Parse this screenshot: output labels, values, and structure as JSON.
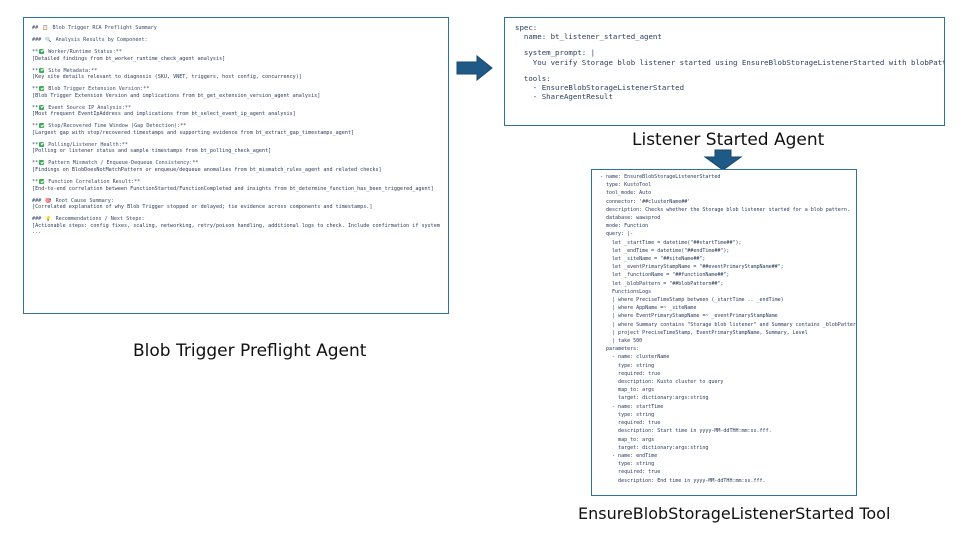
{
  "preflight_agent": {
    "caption": "Blob Trigger Preflight Agent",
    "lines": [
      {
        "kind": "heading",
        "prefix": "## ",
        "icon": "clipboard-icon",
        "text": " Blob Trigger RCA Preflight Summary"
      },
      {
        "kind": "gap"
      },
      {
        "kind": "heading",
        "prefix": "### ",
        "icon": "magnifier-icon",
        "text": " Analysis Results by Component:"
      },
      {
        "kind": "gap"
      },
      {
        "kind": "heading",
        "prefix": "**",
        "icon": "check-icon",
        "text": " Worker/Runtime Status:**"
      },
      {
        "kind": "text",
        "text": "[Detailed findings from bt_worker_runtime_check_agent analysis]"
      },
      {
        "kind": "gap"
      },
      {
        "kind": "heading",
        "prefix": "**",
        "icon": "check-icon",
        "text": " Site Metadata:**"
      },
      {
        "kind": "text",
        "text": "[Key site details relevant to diagnosis (SKU, VNET, triggers, host config, concurrency)]"
      },
      {
        "kind": "gap"
      },
      {
        "kind": "heading",
        "prefix": "**",
        "icon": "check-icon",
        "text": " Blob Trigger Extension Version:**"
      },
      {
        "kind": "text",
        "text": "[Blob Trigger Extension Version and implications from bt_get_extension_version_agent analysis]"
      },
      {
        "kind": "gap"
      },
      {
        "kind": "heading",
        "prefix": "**",
        "icon": "check-icon",
        "text": " Event Source IP Analysis:**"
      },
      {
        "kind": "text",
        "text": "[Most frequent EventIpAddress and implications from bt_select_event_ip_agent analysis]"
      },
      {
        "kind": "gap"
      },
      {
        "kind": "heading",
        "prefix": "**",
        "icon": "check-icon",
        "text": " Stop/Recovered Time Window (Gap Detection):**"
      },
      {
        "kind": "text",
        "text": "[Largest gap with stop/recovered timestamps and supporting evidence from bt_extract_gap_timestamps_agent]"
      },
      {
        "kind": "gap"
      },
      {
        "kind": "heading",
        "prefix": "**",
        "icon": "check-icon",
        "text": " Polling/Listener Health:**"
      },
      {
        "kind": "text",
        "text": "[Polling or listener status and sample timestamps from bt_polling_check_agent]"
      },
      {
        "kind": "gap"
      },
      {
        "kind": "heading",
        "prefix": "**",
        "icon": "check-icon",
        "text": " Pattern Mismatch / Enqueue-Dequeue Consistency:**"
      },
      {
        "kind": "text",
        "text": "[Findings on BlobDoesNotMatchPattern or enqueue/dequeue anomalies from bt_mismatch_rules_agent and related checks]"
      },
      {
        "kind": "gap"
      },
      {
        "kind": "heading",
        "prefix": "**",
        "icon": "check-icon",
        "text": " Function Correlation Result:**"
      },
      {
        "kind": "text",
        "text": "[End-to-end correlation between FunctionStarted/FunctionCompleted and insights from bt_determine_function_has_been_triggered_agent]"
      },
      {
        "kind": "gap"
      },
      {
        "kind": "heading",
        "prefix": "### ",
        "icon": "target-icon",
        "text": " Root Cause Summary:"
      },
      {
        "kind": "text",
        "text": "[Correlated explanation of why Blob Trigger stopped or delayed; tie evidence across components and timestamps.]"
      },
      {
        "kind": "gap"
      },
      {
        "kind": "heading",
        "prefix": "### ",
        "icon": "lightbulb-icon",
        "text": " Recommendations / Next Steps:"
      },
      {
        "kind": "text",
        "text": "[Actionable steps: config fixes, scaling, networking, retry/poison handling, additional logs to check. Include confirmation if system is healthy.]"
      },
      {
        "kind": "text",
        "text": "..."
      }
    ]
  },
  "listener_agent": {
    "caption": "Listener Started Agent",
    "lines": [
      {
        "kind": "text",
        "text": "spec:"
      },
      {
        "kind": "text",
        "text": "  name: bt_listener_started_agent"
      },
      {
        "kind": "gap"
      },
      {
        "kind": "text",
        "text": "  system_prompt: |"
      },
      {
        "kind": "text",
        "text": "    You verify Storage blob listener started using EnsureBlobStorageListenerStarted with blobPattern (if available)."
      },
      {
        "kind": "gap"
      },
      {
        "kind": "text",
        "text": "  tools:"
      },
      {
        "kind": "text",
        "text": "    - EnsureBlobStorageListenerStarted"
      },
      {
        "kind": "text",
        "text": "    - ShareAgentResult"
      }
    ]
  },
  "tool_definition": {
    "caption": "EnsureBlobStorageListenerStarted Tool",
    "lines": [
      "- name: EnsureBlobStorageListenerStarted",
      "  type: KustoTool",
      "  tool_mode: Auto",
      "  connector: '##clusterName##'",
      "  description: Checks whether the Storage blob listener started for a blob pattern.",
      "  database: wawsprod",
      "  mode: Function",
      "  query: |-",
      "    let _startTime = datetime(\"##startTime##\");",
      "    let _endTime = datetime(\"##endTime##\");",
      "    let _siteName = \"##siteName##\";",
      "    let _eventPrimaryStampName = \"##eventPrimaryStampName##\";",
      "    let _functionName = \"##functionName##\";",
      "    let _blobPattern = \"##blobPattern##\";",
      "    FunctionsLogs",
      "    | where PreciseTimeStamp between (_startTime .. _endTime)",
      "    | where AppName =~ _siteName",
      "    | where EventPrimaryStampName =~ _eventPrimaryStampName",
      "    | where Summary contains \"Storage blob listener\" and Summary contains _blobPattern",
      "    | project PreciseTimeStamp, EventPrimaryStampName, Summary, Level",
      "    | take 500",
      "  parameters:",
      "    - name: clusterName",
      "      type: string",
      "      required: true",
      "      description: Kusto cluster to query",
      "      map_to: args",
      "      target: dictionary:args:string",
      "    - name: startTime",
      "      type: string",
      "      required: true",
      "      description: Start time in yyyy-MM-ddTHH:mm:ss.fff.",
      "      map_to: args",
      "      target: dictionary:args:string",
      "    - name: endTime",
      "      type: string",
      "      required: true",
      "      description: End time in yyyy-MM-ddTHH:mm:ss.fff."
    ]
  },
  "colors": {
    "panel_border": "#2f6fa8",
    "arrow_fill": "#1f5a86",
    "check_green": "#3cae5a"
  }
}
